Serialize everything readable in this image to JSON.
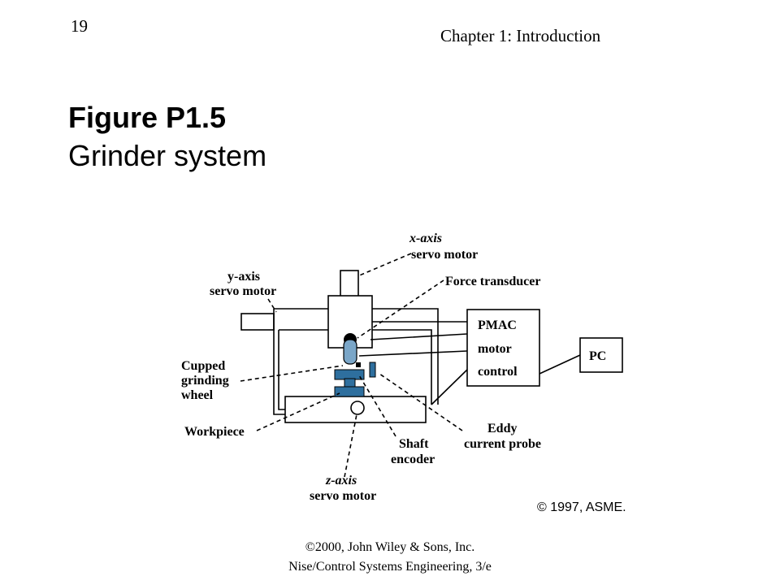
{
  "header": {
    "page_number": "19",
    "chapter": "Chapter 1: Introduction"
  },
  "figure": {
    "number": "Figure P1.5",
    "caption": "Grinder system",
    "copyright": "© 1997, ASME."
  },
  "diagram": {
    "labels": {
      "x_axis_1": "x-axis",
      "x_axis_2": "servo motor",
      "y_axis_1": "y-axis",
      "y_axis_2": "servo motor",
      "force_transducer": "Force transducer",
      "pmac_1": "PMAC",
      "pmac_2": "motor",
      "pmac_3": "control",
      "pc": "PC",
      "cupped_1": "Cupped",
      "cupped_2": "grinding",
      "cupped_3": "wheel",
      "workpiece": "Workpiece",
      "shaft_1": "Shaft",
      "shaft_2": "encoder",
      "eddy_1": "Eddy",
      "eddy_2": "current probe",
      "z_axis_1": "z-axis",
      "z_axis_2": "servo motor"
    },
    "colors": {
      "part_fill": "#2e6f9e",
      "wheel_fill": "#7aa6c8",
      "line": "#000000"
    }
  },
  "footer": {
    "line1": "©2000, John Wiley & Sons, Inc.",
    "line2": "Nise/Control Systems Engineering, 3/e"
  }
}
